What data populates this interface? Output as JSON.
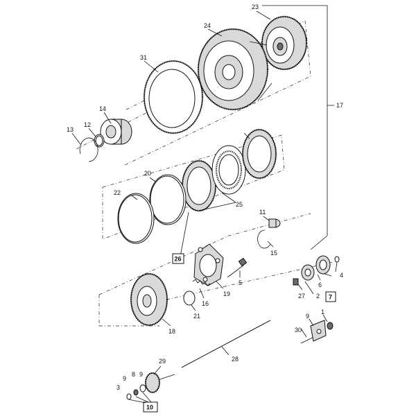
{
  "callouts": {
    "c1": "1",
    "c2": "2",
    "c3": "3",
    "c4": "4",
    "c5": "5",
    "c6": "6",
    "c7": "7",
    "c8": "8",
    "c9a": "9",
    "c9b": "9",
    "c9c": "9",
    "c10": "10",
    "c11": "11",
    "c12": "12",
    "c13": "13",
    "c14": "14",
    "c15": "15",
    "c16": "16",
    "c17": "17",
    "c18": "18",
    "c19": "19",
    "c20": "20",
    "c21": "21",
    "c22": "22",
    "c23": "23",
    "c24": "24",
    "c25": "25",
    "c26": "26",
    "c27": "27",
    "c28": "28",
    "c29": "29",
    "c30": "30",
    "c31": "31"
  }
}
